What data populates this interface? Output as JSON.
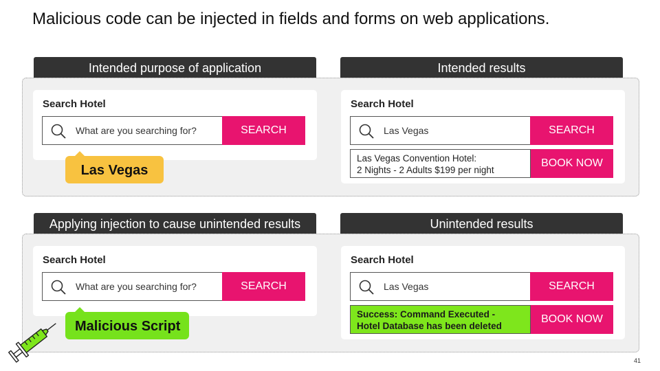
{
  "title": "Malicious code can be injected in fields and forms on web applications.",
  "page_number": "41",
  "colors": {
    "accent": "#e8146f",
    "header": "#333333",
    "tag_yellow": "#f8c240",
    "tag_green": "#76e21c",
    "success": "#7ee61c"
  },
  "top_left": {
    "header": "Intended purpose of application",
    "card_title": "Search Hotel",
    "search_placeholder": "What are you searching for?",
    "search_button": "SEARCH",
    "tag": "Las Vegas",
    "icon": "search-icon"
  },
  "top_right": {
    "header": "Intended results",
    "card_title": "Search Hotel",
    "search_value": "Las Vegas",
    "search_button": "SEARCH",
    "result_line1": "Las Vegas Convention Hotel:",
    "result_line2": "2 Nights - 2 Adults $199 per night",
    "book_button": "BOOK NOW"
  },
  "bottom_left": {
    "header": "Applying injection to cause unintended results",
    "card_title": "Search Hotel",
    "search_placeholder": "What are you searching for?",
    "search_button": "SEARCH",
    "tag": "Malicious Script",
    "icon": "syringe-icon"
  },
  "bottom_right": {
    "header": "Unintended results",
    "card_title": "Search Hotel",
    "search_value": "Las Vegas",
    "search_button": "SEARCH",
    "result_line1": "Success: Command Executed -",
    "result_line2": "Hotel Database has been deleted",
    "book_button": "BOOK NOW"
  }
}
